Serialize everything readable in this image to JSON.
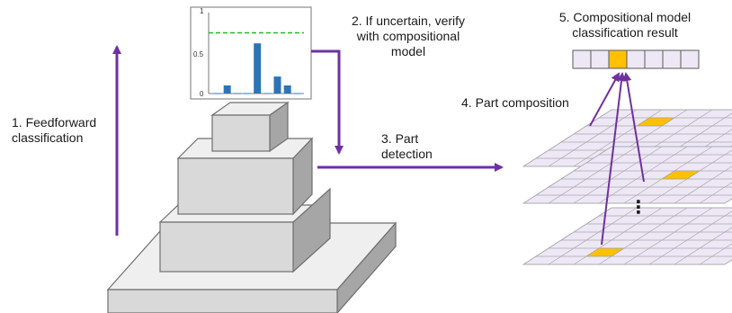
{
  "steps": {
    "step1": [
      "1. Feedforward",
      "classification"
    ],
    "step2": [
      "2. If uncertain, verify",
      "with compositional",
      "model"
    ],
    "step3": [
      "3. Part",
      "detection"
    ],
    "step4": "4. Part composition",
    "step5": [
      "5. Compositional model",
      "classification result"
    ],
    "ellipsis": "⋮"
  },
  "chart_data": {
    "type": "bar",
    "values": [
      0,
      0.1,
      0,
      0,
      0.62,
      0,
      0.21,
      0.1,
      0
    ],
    "threshold": 0.75,
    "ylim": [
      0,
      1
    ],
    "yticks": [
      "0",
      "0.5",
      "1"
    ],
    "bar_color": "#2E74B5",
    "threshold_color": "#22BB22"
  },
  "result_vector": {
    "cells": 7,
    "highlighted_index": 2
  },
  "colors": {
    "arrow": "#7030A0",
    "grid_fill": "#EDE7F6",
    "grid_line": "#A8A8A8",
    "part_fill": "#FFC000",
    "pyramid_front": "#D9D9D9",
    "pyramid_side": "#A6A6A6",
    "pyramid_top": "#EFEFEF"
  }
}
